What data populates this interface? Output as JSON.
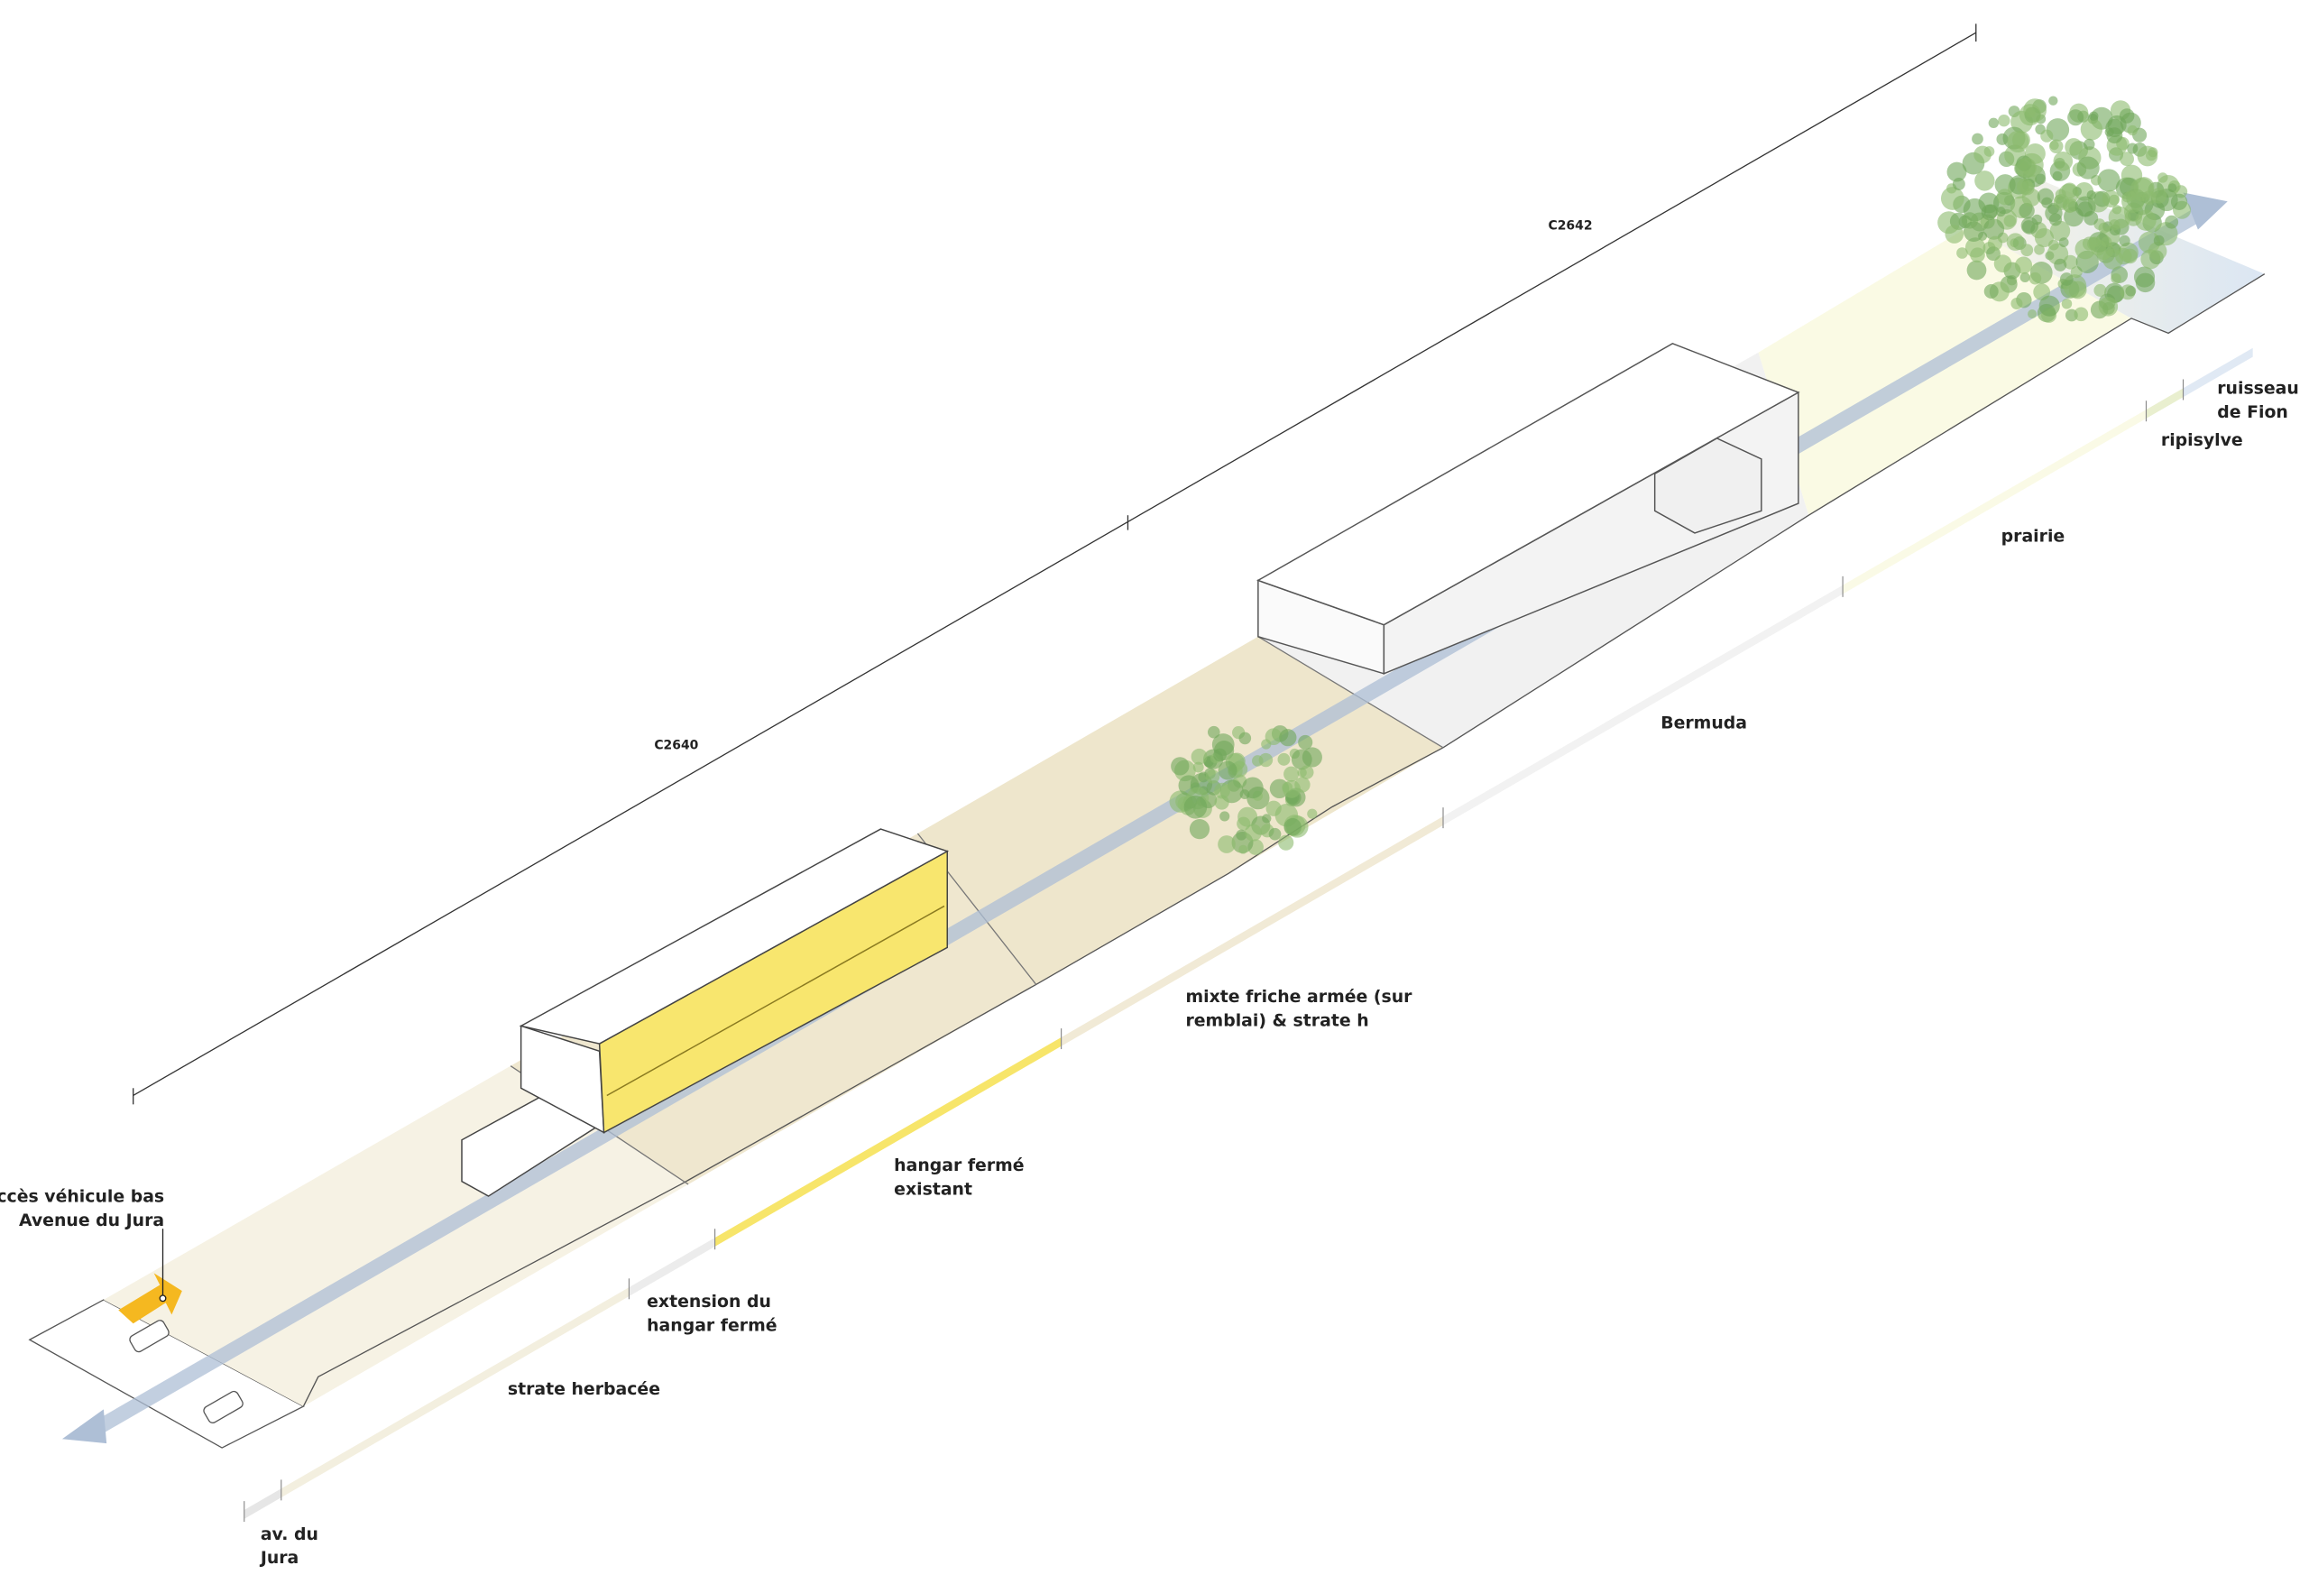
{
  "dimensions": {
    "parcel_a": "C2640",
    "parcel_b": "C2642"
  },
  "annotation": {
    "line1": "accès véhicule bas",
    "line2": "Avenue du Jura"
  },
  "legend": [
    {
      "l1": "av. du",
      "l2": "Jura",
      "color": "#e6e6e6"
    },
    {
      "l1": "strate herbacée",
      "l2": "",
      "color": "#f3efdf"
    },
    {
      "l1": "extension du",
      "l2": "hangar fermé",
      "color": "#ececec"
    },
    {
      "l1": "hangar fermé",
      "l2": "existant",
      "color": "#f7e56a"
    },
    {
      "l1": "mixte friche armée (sur",
      "l2": "remblai) & strate h",
      "color": "#f1ead6"
    },
    {
      "l1": "Bermuda",
      "l2": "",
      "color": "#f2f2f2"
    },
    {
      "l1": "prairie",
      "l2": "",
      "color": "#fafae6"
    },
    {
      "l1": "ripisylve",
      "l2": "",
      "color": "#e9efcf"
    },
    {
      "l1": "ruisseau",
      "l2": "de Fion",
      "color": "#e0e9f4"
    }
  ],
  "colors": {
    "path": "#aebfd6",
    "yellow": "#f8e66e",
    "arrow": "#f5b820",
    "tree": "#6fa65a"
  }
}
